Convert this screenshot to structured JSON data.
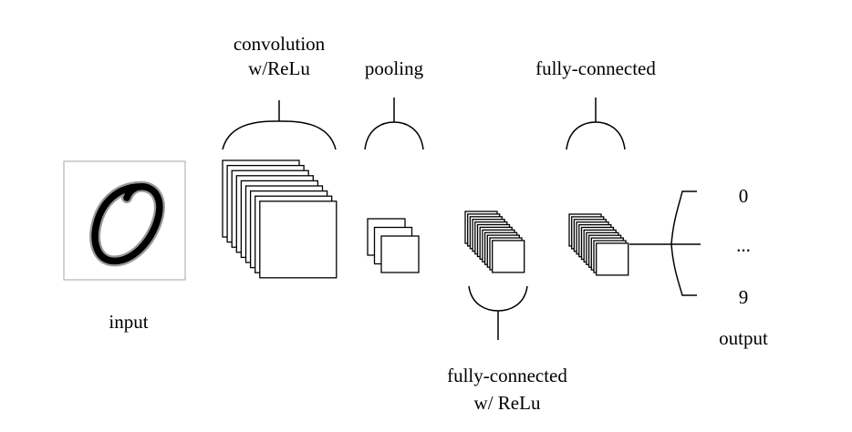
{
  "labels": {
    "conv_line1": "convolution",
    "conv_line2": "w/ReLu",
    "pooling": "pooling",
    "fc_top": "fully-connected",
    "input": "input",
    "fc_bottom_line1": "fully-connected",
    "fc_bottom_line2": "w/ ReLu",
    "out_0": "0",
    "out_dots": "...",
    "out_9": "9",
    "output": "output"
  },
  "colors": {
    "stroke": "#000000",
    "fill": "#ffffff",
    "input_frame": "#b3b3b3"
  },
  "input_image": {
    "depicts": "handwritten digit 0",
    "icon": "handwritten-zero-icon"
  }
}
